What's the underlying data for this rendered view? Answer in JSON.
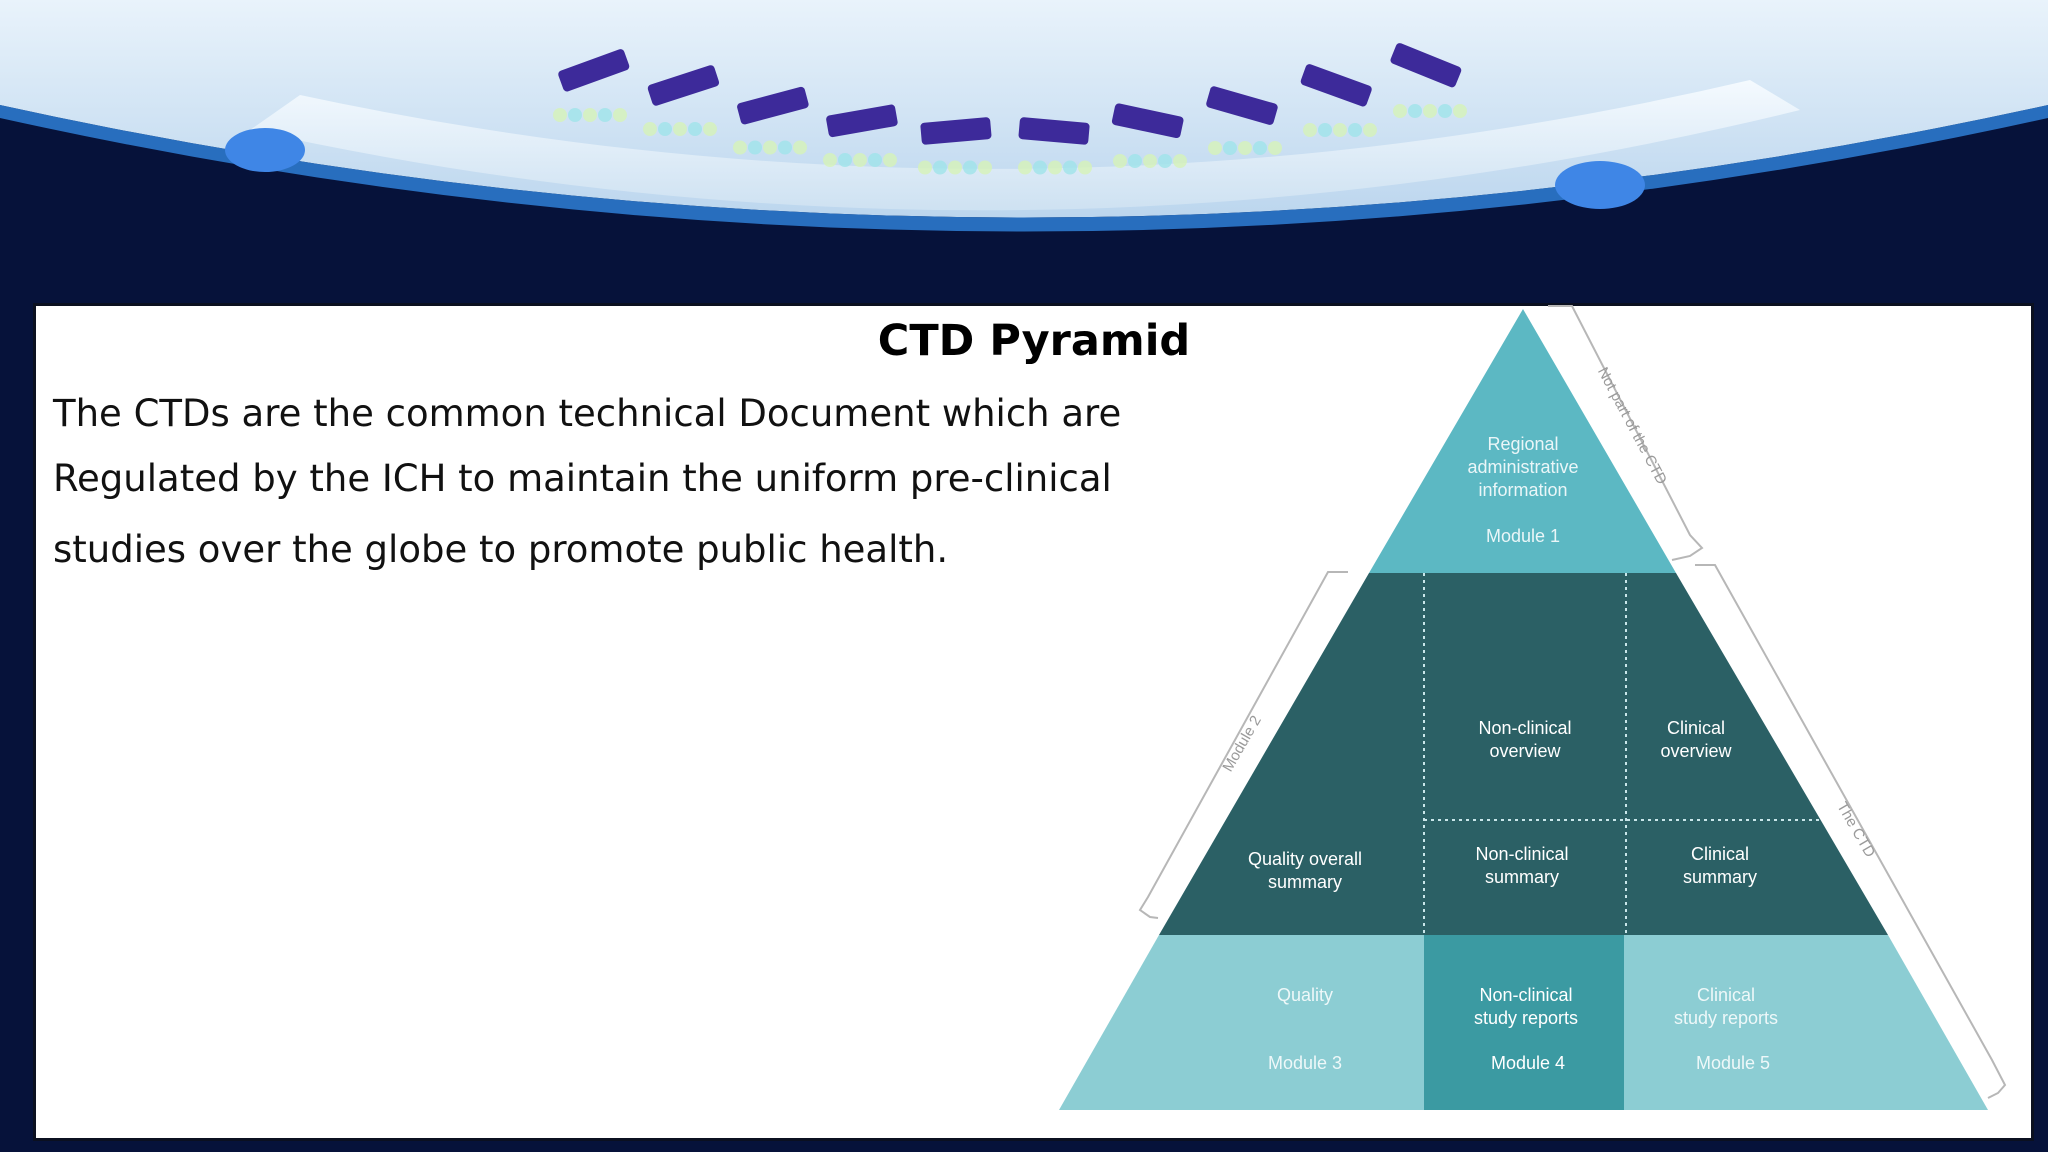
{
  "slide": {
    "title": "CTD Pyramid",
    "body_lines": [
      "The CTDs are the common technical Document which are",
      "Regulated by the ICH to maintain the uniform pre-clinical",
      "studies over the globe to promote public health."
    ]
  },
  "pyramid": {
    "module1": {
      "lines": [
        "Regional",
        "administrative",
        "information"
      ],
      "module": "Module 1"
    },
    "nonclinical_overview": [
      "Non-clinical",
      "overview"
    ],
    "clinical_overview": [
      "Clinical",
      "overview"
    ],
    "quality_overall_summary": [
      "Quality overall",
      "summary"
    ],
    "nonclinical_summary": [
      "Non-clinical",
      "summary"
    ],
    "clinical_summary": [
      "Clinical",
      "summary"
    ],
    "module3": {
      "lines": [
        "Quality"
      ],
      "module": "Module 3"
    },
    "module4": {
      "lines": [
        "Non-clinical",
        "study reports"
      ],
      "module": "Module 4"
    },
    "module5": {
      "lines": [
        "Clinical",
        "study reports"
      ],
      "module": "Module 5"
    },
    "brackets": {
      "not_part": "Not part of the CTD",
      "module2": "Module 2",
      "the_ctd": "The CTD"
    }
  },
  "colors": {
    "slide_bg": "#06123a",
    "tier_top": "#5cb8c3",
    "tier_middle": "#2b6065",
    "tier_bottom_light": "#8ccdd3",
    "tier_bottom_mid": "#3b9aa2"
  }
}
